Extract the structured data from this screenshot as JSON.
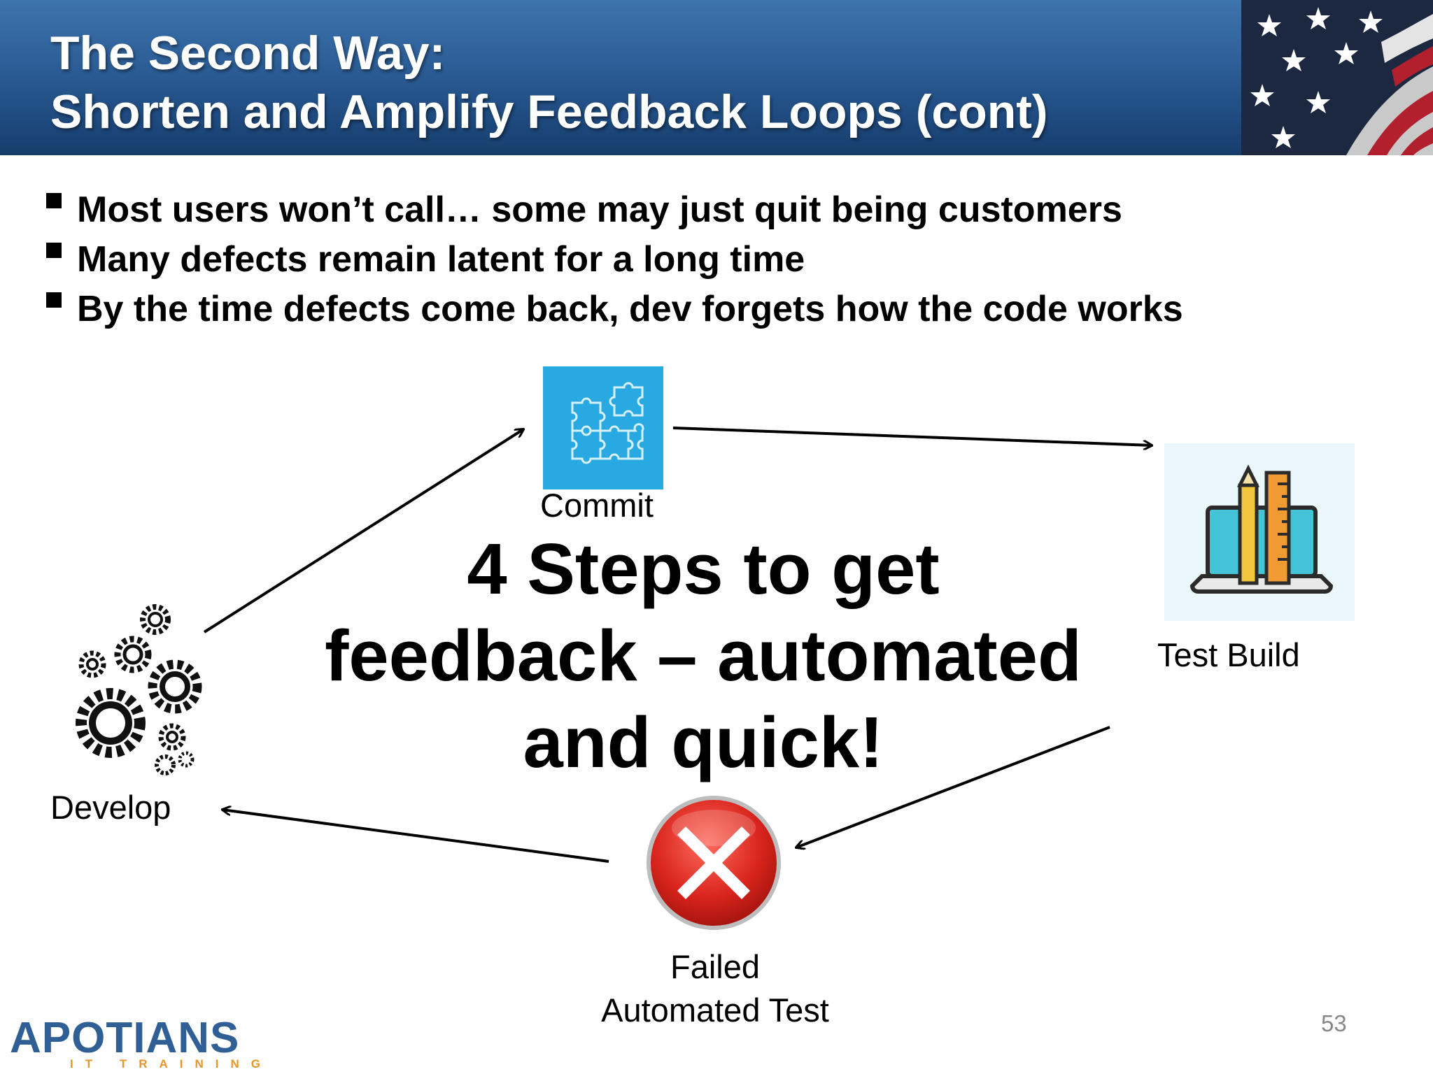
{
  "header": {
    "title_line1": "The Second Way:",
    "title_line2": "Shorten and Amplify Feedback Loops (cont)"
  },
  "bullets": [
    "Most users won’t call… some may just quit being customers",
    "Many defects remain latent for a long time",
    "By the time defects come back, dev forgets how the code  works"
  ],
  "diagram": {
    "commit_label": "Commit",
    "test_build_label": "Test Build",
    "develop_label": "Develop",
    "failed_label_line1": "Failed",
    "failed_label_line2": "Automated Test",
    "center_line1": "4 Steps to get",
    "center_line2": "feedback – automated",
    "center_line3": "and quick!"
  },
  "footer": {
    "logo": "APOTIANS",
    "logo_sub": "IT TRAINING",
    "page_number": "53"
  },
  "colors": {
    "header_blue": "#2d5f98",
    "commit_tile": "#29a9e1",
    "error_red": "#d9251d",
    "logo_blue": "#2f5f95",
    "logo_orange": "#e8952a"
  },
  "icons": {
    "commit": "puzzle-icon",
    "test_build": "laptop-tools-icon",
    "develop": "gears-icon",
    "failed": "red-x-icon",
    "header_image": "american-flag-icon"
  }
}
